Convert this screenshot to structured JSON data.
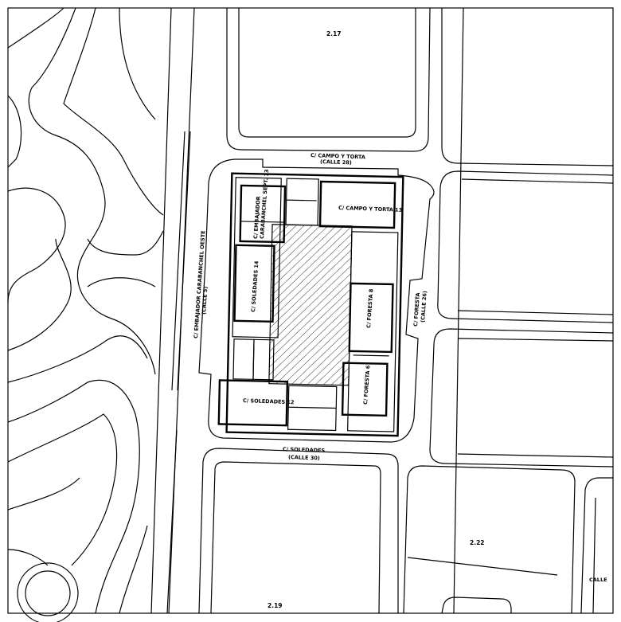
{
  "plan": {
    "lots": {
      "north": "2.17",
      "south": "2.19",
      "southeast": "2.22"
    },
    "streets": {
      "campo_y_torta": {
        "name": "C/ CAMPO Y TORTA",
        "code": "(CALLE 28)"
      },
      "embajador": {
        "name": "C/ EMBAJADOR CARABANCHEL OESTE",
        "code": "(CALLE 5)"
      },
      "foresta": {
        "name": "C/ FORESTA",
        "code": "(CALLE 26)"
      },
      "soledades": {
        "name": "C/ SOLEDADES",
        "code": "(CALLE 30)"
      },
      "right_edge": "CALLE"
    },
    "buildings": {
      "campo_y_torta_13": "C/ CAMPO Y TORTA 13",
      "embajador_13_a": "C/ EMBAJADOR",
      "embajador_13_b": "CARABANCHEL SEPT. 13",
      "soledades_14": "C/ SOLEDADES 14",
      "foresta_8": "C/ FORESTA 8",
      "foresta_6": "C/ FORESTA 6",
      "soledades_12": "C/ SOLEDADES 12"
    }
  }
}
